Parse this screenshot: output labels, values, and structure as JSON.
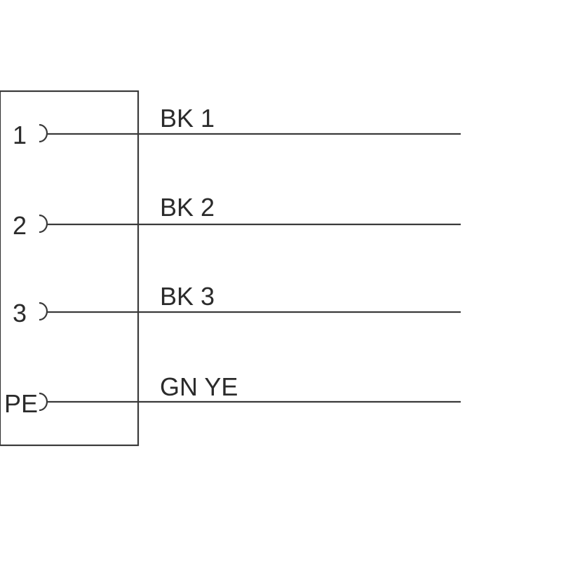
{
  "diagram": {
    "pins": [
      {
        "pin_label": "1",
        "wire_label": "BK 1"
      },
      {
        "pin_label": "2",
        "wire_label": "BK 2"
      },
      {
        "pin_label": "3",
        "wire_label": "BK 3"
      },
      {
        "pin_label": "PE",
        "wire_label": "GN YE"
      }
    ],
    "line_color": "#3a3a3a",
    "text_color": "#2b2b2b"
  }
}
